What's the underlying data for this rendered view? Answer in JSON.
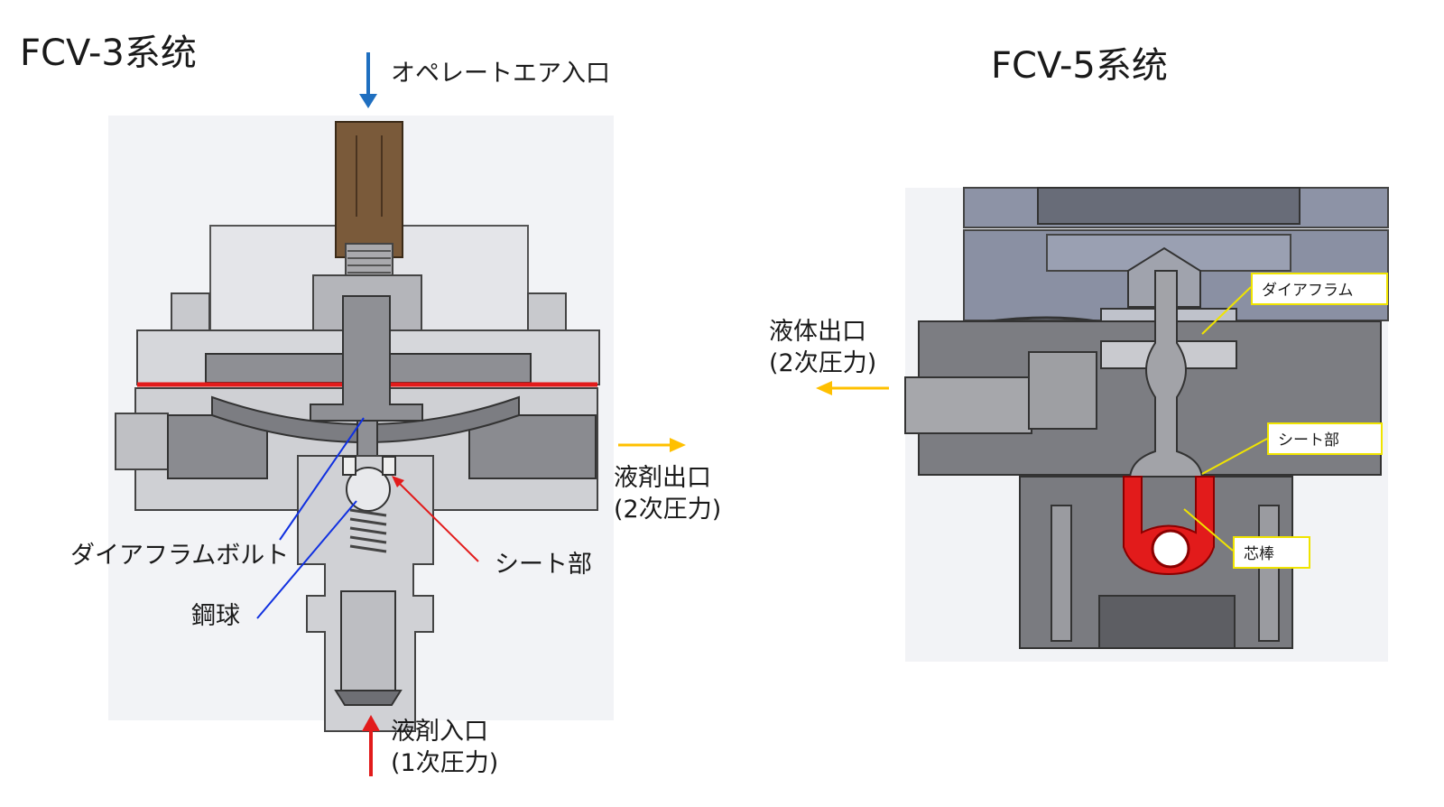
{
  "left": {
    "title": "FCV-3系统",
    "air_inlet": "オペレートエア入口",
    "outlet_line1": "液剤出口",
    "outlet_line2": "(2次圧力)",
    "inlet_line1": "液剤入口",
    "inlet_line2": "(1次圧力)",
    "diaphragm_bolt": "ダイアフラムボルト",
    "seat": "シート部",
    "steel_ball": "鋼球"
  },
  "right": {
    "title": "FCV-5系统",
    "outlet_line1": "液体出口",
    "outlet_line2": "(2次圧力)",
    "diaphragm": "ダイアフラム",
    "seat": "シート部",
    "core_rod": "芯棒"
  },
  "colors": {
    "air_arrow": "#1f6fc0",
    "outlet_arrow": "#ffc000",
    "inlet_arrow": "#e21b1b",
    "callout_blue": "#1030e0",
    "callout_red": "#e21b1b",
    "callout_yellow": "#f0e400",
    "highlight_red": "#e21b1b",
    "brass": "#7a5a3a"
  }
}
